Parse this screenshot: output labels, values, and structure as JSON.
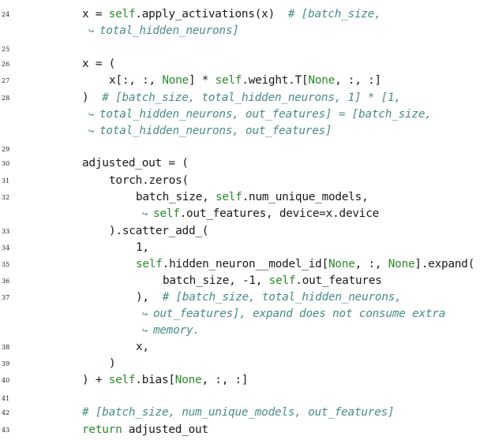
{
  "colors": {
    "text": "#1a1a1a",
    "keyword": "#2a8a2a",
    "comment": "#4a8a8a",
    "line_number": "#222222",
    "background": "#ffffff"
  },
  "lines": [
    {
      "num": "24",
      "tokens": [
        {
          "t": "x = ",
          "c": "tx"
        },
        {
          "t": "self",
          "c": "kw"
        },
        {
          "t": ".apply_activations(x)  ",
          "c": "tx"
        },
        {
          "t": "# [batch_size,",
          "c": "cm"
        }
      ]
    },
    {
      "num": "",
      "tokens": [
        {
          "t": "↪ ",
          "c": "arrow"
        },
        {
          "t": "total_hidden_neurons]",
          "c": "cm"
        }
      ]
    },
    {
      "num": "25",
      "tokens": []
    },
    {
      "num": "26",
      "tokens": [
        {
          "t": "x = (",
          "c": "tx"
        }
      ]
    },
    {
      "num": "27",
      "tokens": [
        {
          "t": "x[:, :, ",
          "c": "tx"
        },
        {
          "t": "None",
          "c": "kw"
        },
        {
          "t": "] * ",
          "c": "tx"
        },
        {
          "t": "self",
          "c": "kw"
        },
        {
          "t": ".weight.T[",
          "c": "tx"
        },
        {
          "t": "None",
          "c": "kw"
        },
        {
          "t": ", :, :]",
          "c": "tx"
        }
      ]
    },
    {
      "num": "28",
      "tokens": [
        {
          "t": ")  ",
          "c": "tx"
        },
        {
          "t": "# [batch_size, total_hidden_neurons, 1] * [1,",
          "c": "cm"
        }
      ]
    },
    {
      "num": "",
      "tokens": [
        {
          "t": "↪ ",
          "c": "arrow"
        },
        {
          "t": "total_hidden_neurons, out_features] = [batch_size,",
          "c": "cm"
        }
      ]
    },
    {
      "num": "",
      "tokens": [
        {
          "t": "↪ ",
          "c": "arrow"
        },
        {
          "t": "total_hidden_neurons, out_features]",
          "c": "cm"
        }
      ]
    },
    {
      "num": "29",
      "tokens": []
    },
    {
      "num": "30",
      "tokens": [
        {
          "t": "adjusted_out = (",
          "c": "tx"
        }
      ]
    },
    {
      "num": "31",
      "tokens": [
        {
          "t": "torch.zeros(",
          "c": "tx"
        }
      ]
    },
    {
      "num": "32",
      "tokens": [
        {
          "t": "batch_size, ",
          "c": "tx"
        },
        {
          "t": "self",
          "c": "kw"
        },
        {
          "t": ".num_unique_models,",
          "c": "tx"
        }
      ]
    },
    {
      "num": "",
      "tokens": [
        {
          "t": "↪ ",
          "c": "arrow"
        },
        {
          "t": "self",
          "c": "kw"
        },
        {
          "t": ".out_features, device=x.device",
          "c": "tx"
        }
      ]
    },
    {
      "num": "33",
      "tokens": [
        {
          "t": ").scatter_add_(",
          "c": "tx"
        }
      ]
    },
    {
      "num": "34",
      "tokens": [
        {
          "t": "1,",
          "c": "tx"
        }
      ]
    },
    {
      "num": "35",
      "tokens": [
        {
          "t": "self",
          "c": "kw"
        },
        {
          "t": ".hidden_neuron__model_id[",
          "c": "tx"
        },
        {
          "t": "None",
          "c": "kw"
        },
        {
          "t": ", :, ",
          "c": "tx"
        },
        {
          "t": "None",
          "c": "kw"
        },
        {
          "t": "].expand(",
          "c": "tx"
        }
      ]
    },
    {
      "num": "36",
      "tokens": [
        {
          "t": "batch_size, -1, ",
          "c": "tx"
        },
        {
          "t": "self",
          "c": "kw"
        },
        {
          "t": ".out_features",
          "c": "tx"
        }
      ]
    },
    {
      "num": "37",
      "tokens": [
        {
          "t": "),  ",
          "c": "tx"
        },
        {
          "t": "# [batch_size, total_hidden_neurons,",
          "c": "cm"
        }
      ]
    },
    {
      "num": "",
      "tokens": [
        {
          "t": "↪ ",
          "c": "arrow"
        },
        {
          "t": "out_features], expand does not consume extra",
          "c": "cm"
        }
      ]
    },
    {
      "num": "",
      "tokens": [
        {
          "t": "↪ ",
          "c": "arrow"
        },
        {
          "t": "memory.",
          "c": "cm"
        }
      ]
    },
    {
      "num": "38",
      "tokens": [
        {
          "t": "x,",
          "c": "tx"
        }
      ]
    },
    {
      "num": "39",
      "tokens": [
        {
          "t": ")",
          "c": "tx"
        }
      ]
    },
    {
      "num": "40",
      "tokens": [
        {
          "t": ") + ",
          "c": "tx"
        },
        {
          "t": "self",
          "c": "kw"
        },
        {
          "t": ".bias[",
          "c": "tx"
        },
        {
          "t": "None",
          "c": "kw"
        },
        {
          "t": ", :, :]",
          "c": "tx"
        }
      ]
    },
    {
      "num": "41",
      "tokens": []
    },
    {
      "num": "42",
      "tokens": [
        {
          "t": "# [batch_size, num_unique_models, out_features]",
          "c": "cm"
        }
      ]
    },
    {
      "num": "43",
      "tokens": [
        {
          "t": "return",
          "c": "kw"
        },
        {
          "t": " adjusted_out",
          "c": "tx"
        }
      ]
    }
  ]
}
